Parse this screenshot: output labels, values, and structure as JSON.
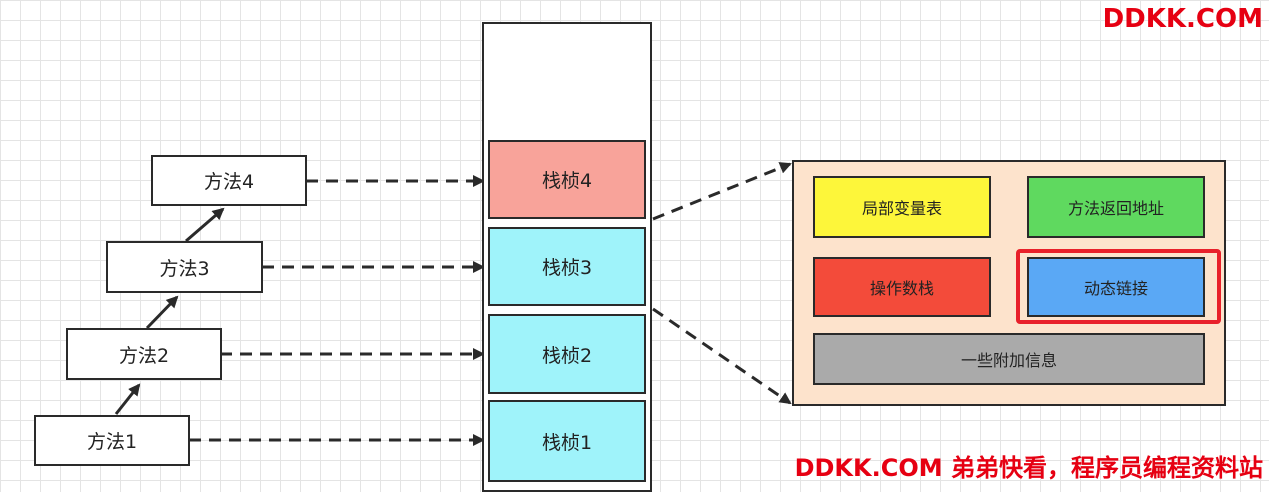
{
  "methods": [
    "方法1",
    "方法2",
    "方法3",
    "方法4"
  ],
  "frames": [
    "栈桢1",
    "栈桢2",
    "栈桢3",
    "栈桢4"
  ],
  "frame_details": {
    "local_vars": "局部变量表",
    "return_address": "方法返回地址",
    "operand_stack": "操作数栈",
    "dynamic_linking": "动态链接",
    "additional_info": "一些附加信息"
  },
  "colors": {
    "frame_active": "#f8a39a",
    "frame_normal": "#9ff3fa",
    "local_vars": "#fdf63a",
    "return_address": "#5fd95f",
    "operand_stack": "#f34b3a",
    "dynamic_linking": "#5aa8f5",
    "additional_info": "#aaaaaa",
    "highlight": "#e8202a"
  },
  "watermark_top": "DDKK.COM",
  "watermark_bottom": "DDKK.COM 弟弟快看，程序员编程资料站"
}
